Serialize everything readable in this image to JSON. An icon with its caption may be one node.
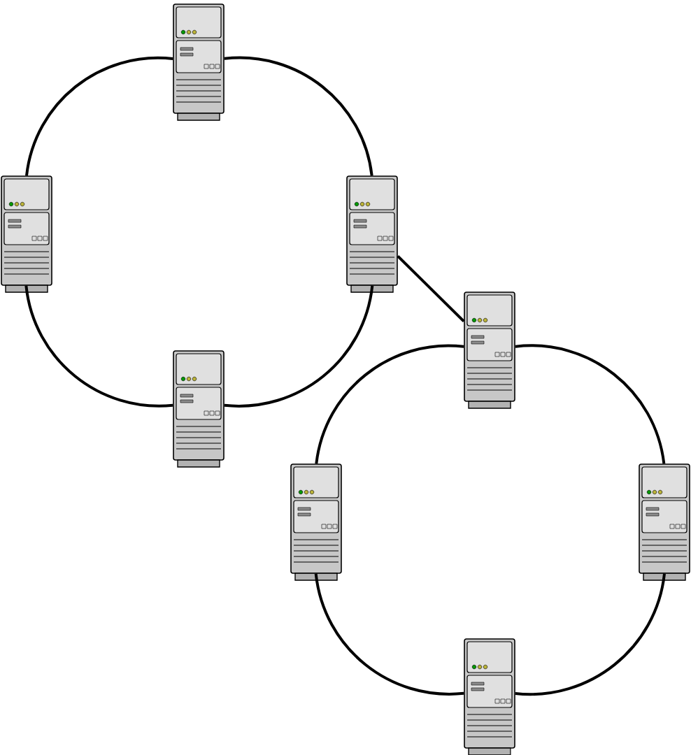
{
  "diagram": {
    "nodes": [
      {
        "text": [],
        "shape": "server"
      },
      {
        "text": [],
        "shape": "server"
      },
      {
        "text": [],
        "shape": "server"
      },
      {
        "text": [],
        "shape": "server"
      },
      {
        "text": [],
        "shape": "server"
      },
      {
        "text": [],
        "shape": "server"
      },
      {
        "text": [],
        "shape": "server"
      },
      {
        "text": [],
        "shape": "server"
      }
    ],
    "edges": [
      {
        "from": 0,
        "to": 1,
        "arrow": "none"
      },
      {
        "from": 1,
        "to": 3,
        "arrow": "none"
      },
      {
        "from": 3,
        "to": 2,
        "arrow": "none"
      },
      {
        "from": 2,
        "to": 0,
        "arrow": "none"
      },
      {
        "from": 2,
        "to": 4,
        "arrow": "none"
      },
      {
        "from": 4,
        "to": 5,
        "arrow": "none"
      },
      {
        "from": 5,
        "to": 7,
        "arrow": "none"
      },
      {
        "from": 7,
        "to": 6,
        "arrow": "none"
      },
      {
        "from": 6,
        "to": 4,
        "arrow": "none"
      }
    ]
  }
}
